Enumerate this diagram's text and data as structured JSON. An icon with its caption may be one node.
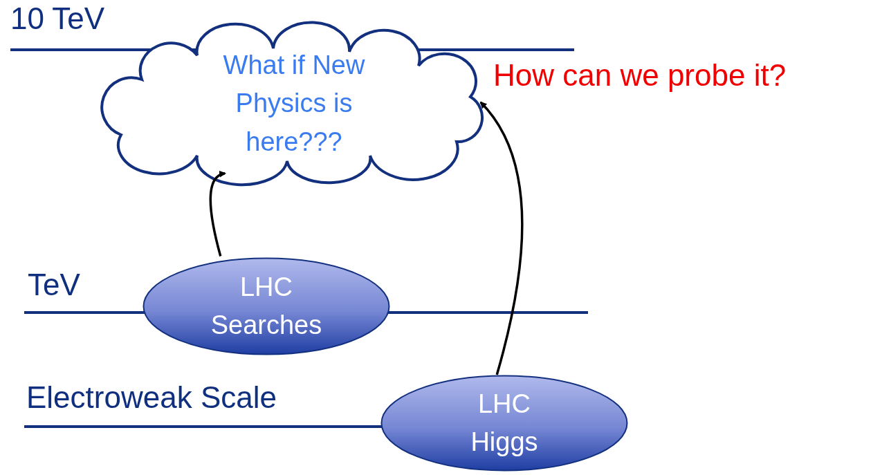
{
  "diagram": {
    "nodes": [
      {
        "text": [
          "What if New Physics is here???"
        ]
      },
      {
        "text": [
          "LHC Searches"
        ]
      },
      {
        "text": [
          "LHC Higgs"
        ]
      }
    ],
    "edges": [
      {
        "from": 1,
        "to": 0,
        "arrow": "to"
      },
      {
        "from": 2,
        "to": 0,
        "arrow": "to"
      }
    ],
    "labels": [
      "10 TeV",
      "How can we probe it?",
      "TeV",
      "Electroweak Scale"
    ]
  }
}
